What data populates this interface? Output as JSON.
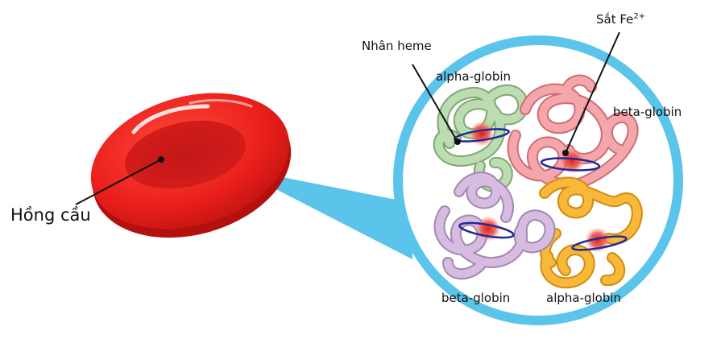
{
  "labels": {
    "red_cell": "Hồng cầu",
    "heme": "Nhân heme",
    "iron": "Sắt Fe",
    "iron_charge": "2+",
    "alpha_top": "alpha-globin",
    "beta_top": "beta-globin",
    "beta_bottom": "beta-globin",
    "alpha_bottom": "alpha-globin"
  },
  "colors": {
    "cell_red": "#e8201e",
    "callout_blue": "#5bc4ea",
    "alpha_green": "#b9d9b0",
    "beta_pink": "#f3a1a6",
    "beta_purple": "#d2b4dc",
    "alpha_orange": "#f7b335",
    "heme_ring": "#1f2a9a"
  }
}
